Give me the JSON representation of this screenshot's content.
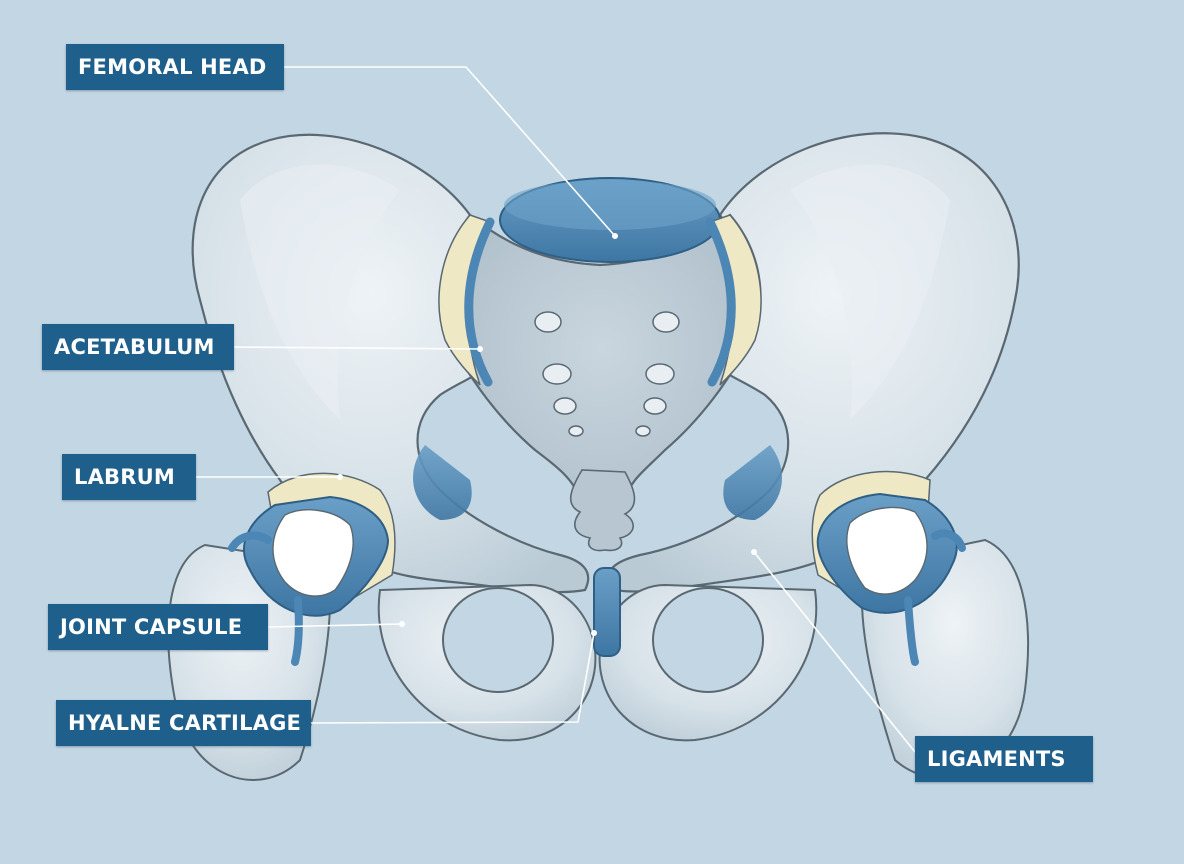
{
  "labels": {
    "femoral_head": "FEMORAL HEAD",
    "acetabulum": "ACETABULUM",
    "labrum": "LABRUM",
    "joint_capsule": "JOINT CAPSULE",
    "hyaline_cartilage": "HYALNE CARTILAGE",
    "ligaments": "LIGAMENTS"
  },
  "colors": {
    "background": "#c3d6e3",
    "label_fill": "#1f5f8b",
    "label_text": "#ffffff",
    "bone": "#dbe4ea",
    "bone_shadow": "#b8c8d3",
    "cartilage_blue": "#4b86b4",
    "labrum_cream": "#efe8c4",
    "outline": "#5a6872",
    "leader_line": "#ffffff"
  }
}
